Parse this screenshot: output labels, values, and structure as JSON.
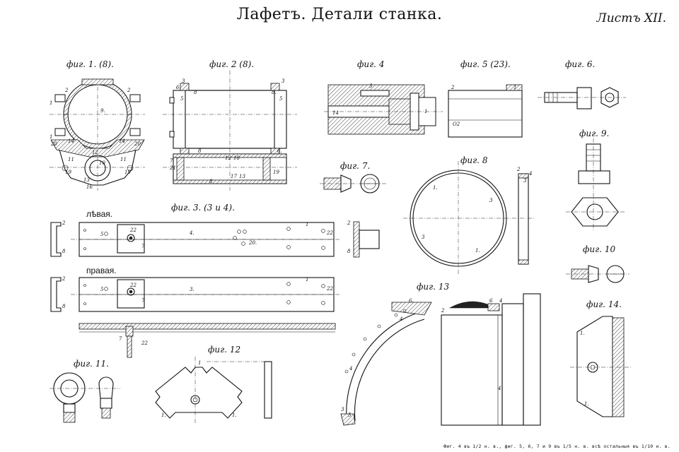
{
  "title": "Лафетъ. Детали станка.",
  "sheet": "Листъ XII.",
  "figures": {
    "f1": "фиг. 1. (8).",
    "f2": "фиг. 2 (8).",
    "f3": "фиг. 3. (3 и 4).",
    "f4": "фиг. 4",
    "f5": "фиг. 5 (23).",
    "f6": "фиг. 6.",
    "f7": "фиг. 7.",
    "f8": "фиг. 8",
    "f9": "фиг. 9.",
    "f10": "фиг. 10",
    "f11": "фиг. 11.",
    "f12": "фиг. 12",
    "f13": "фиг. 13",
    "f14": "фиг. 14."
  },
  "side_labels": {
    "left": "лѣвая.",
    "right": "правая."
  },
  "footnote": "Фиг. 4 въ 1/2 н. в., фиг. 5, 6, 7 и 9  въ 1/5 н. в. всѣ остальныя въ 1/10 н. в."
}
